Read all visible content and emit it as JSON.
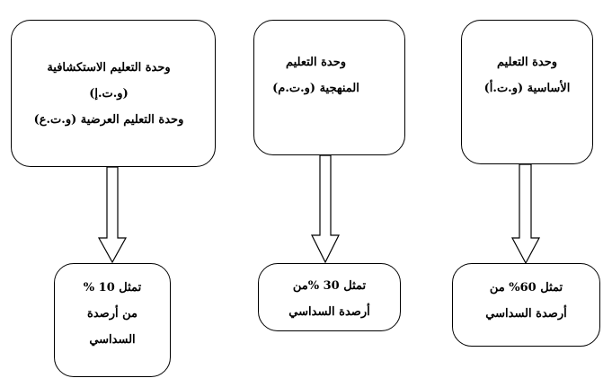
{
  "units": [
    {
      "lines": [
        "وحدة التعليم   الاستكشافية",
        "(و.ت.إ)",
        "وحدة التعليم العرضية (و.ت.ع)"
      ],
      "share_lines": [
        "تمثل 10 %",
        "من أرصدة",
        "السداسي"
      ]
    },
    {
      "lines": [
        "وحدة التعليم",
        "المنهجية (و.ت.م)"
      ],
      "share_lines": [
        "تمثل 30 %من",
        "أرصدة السداسي"
      ]
    },
    {
      "lines": [
        "وحدة التعليم",
        "الأساسية (و.ت.أ)"
      ],
      "share_lines": [
        "تمثل 60% من",
        "أرصدة السداسي"
      ]
    }
  ]
}
